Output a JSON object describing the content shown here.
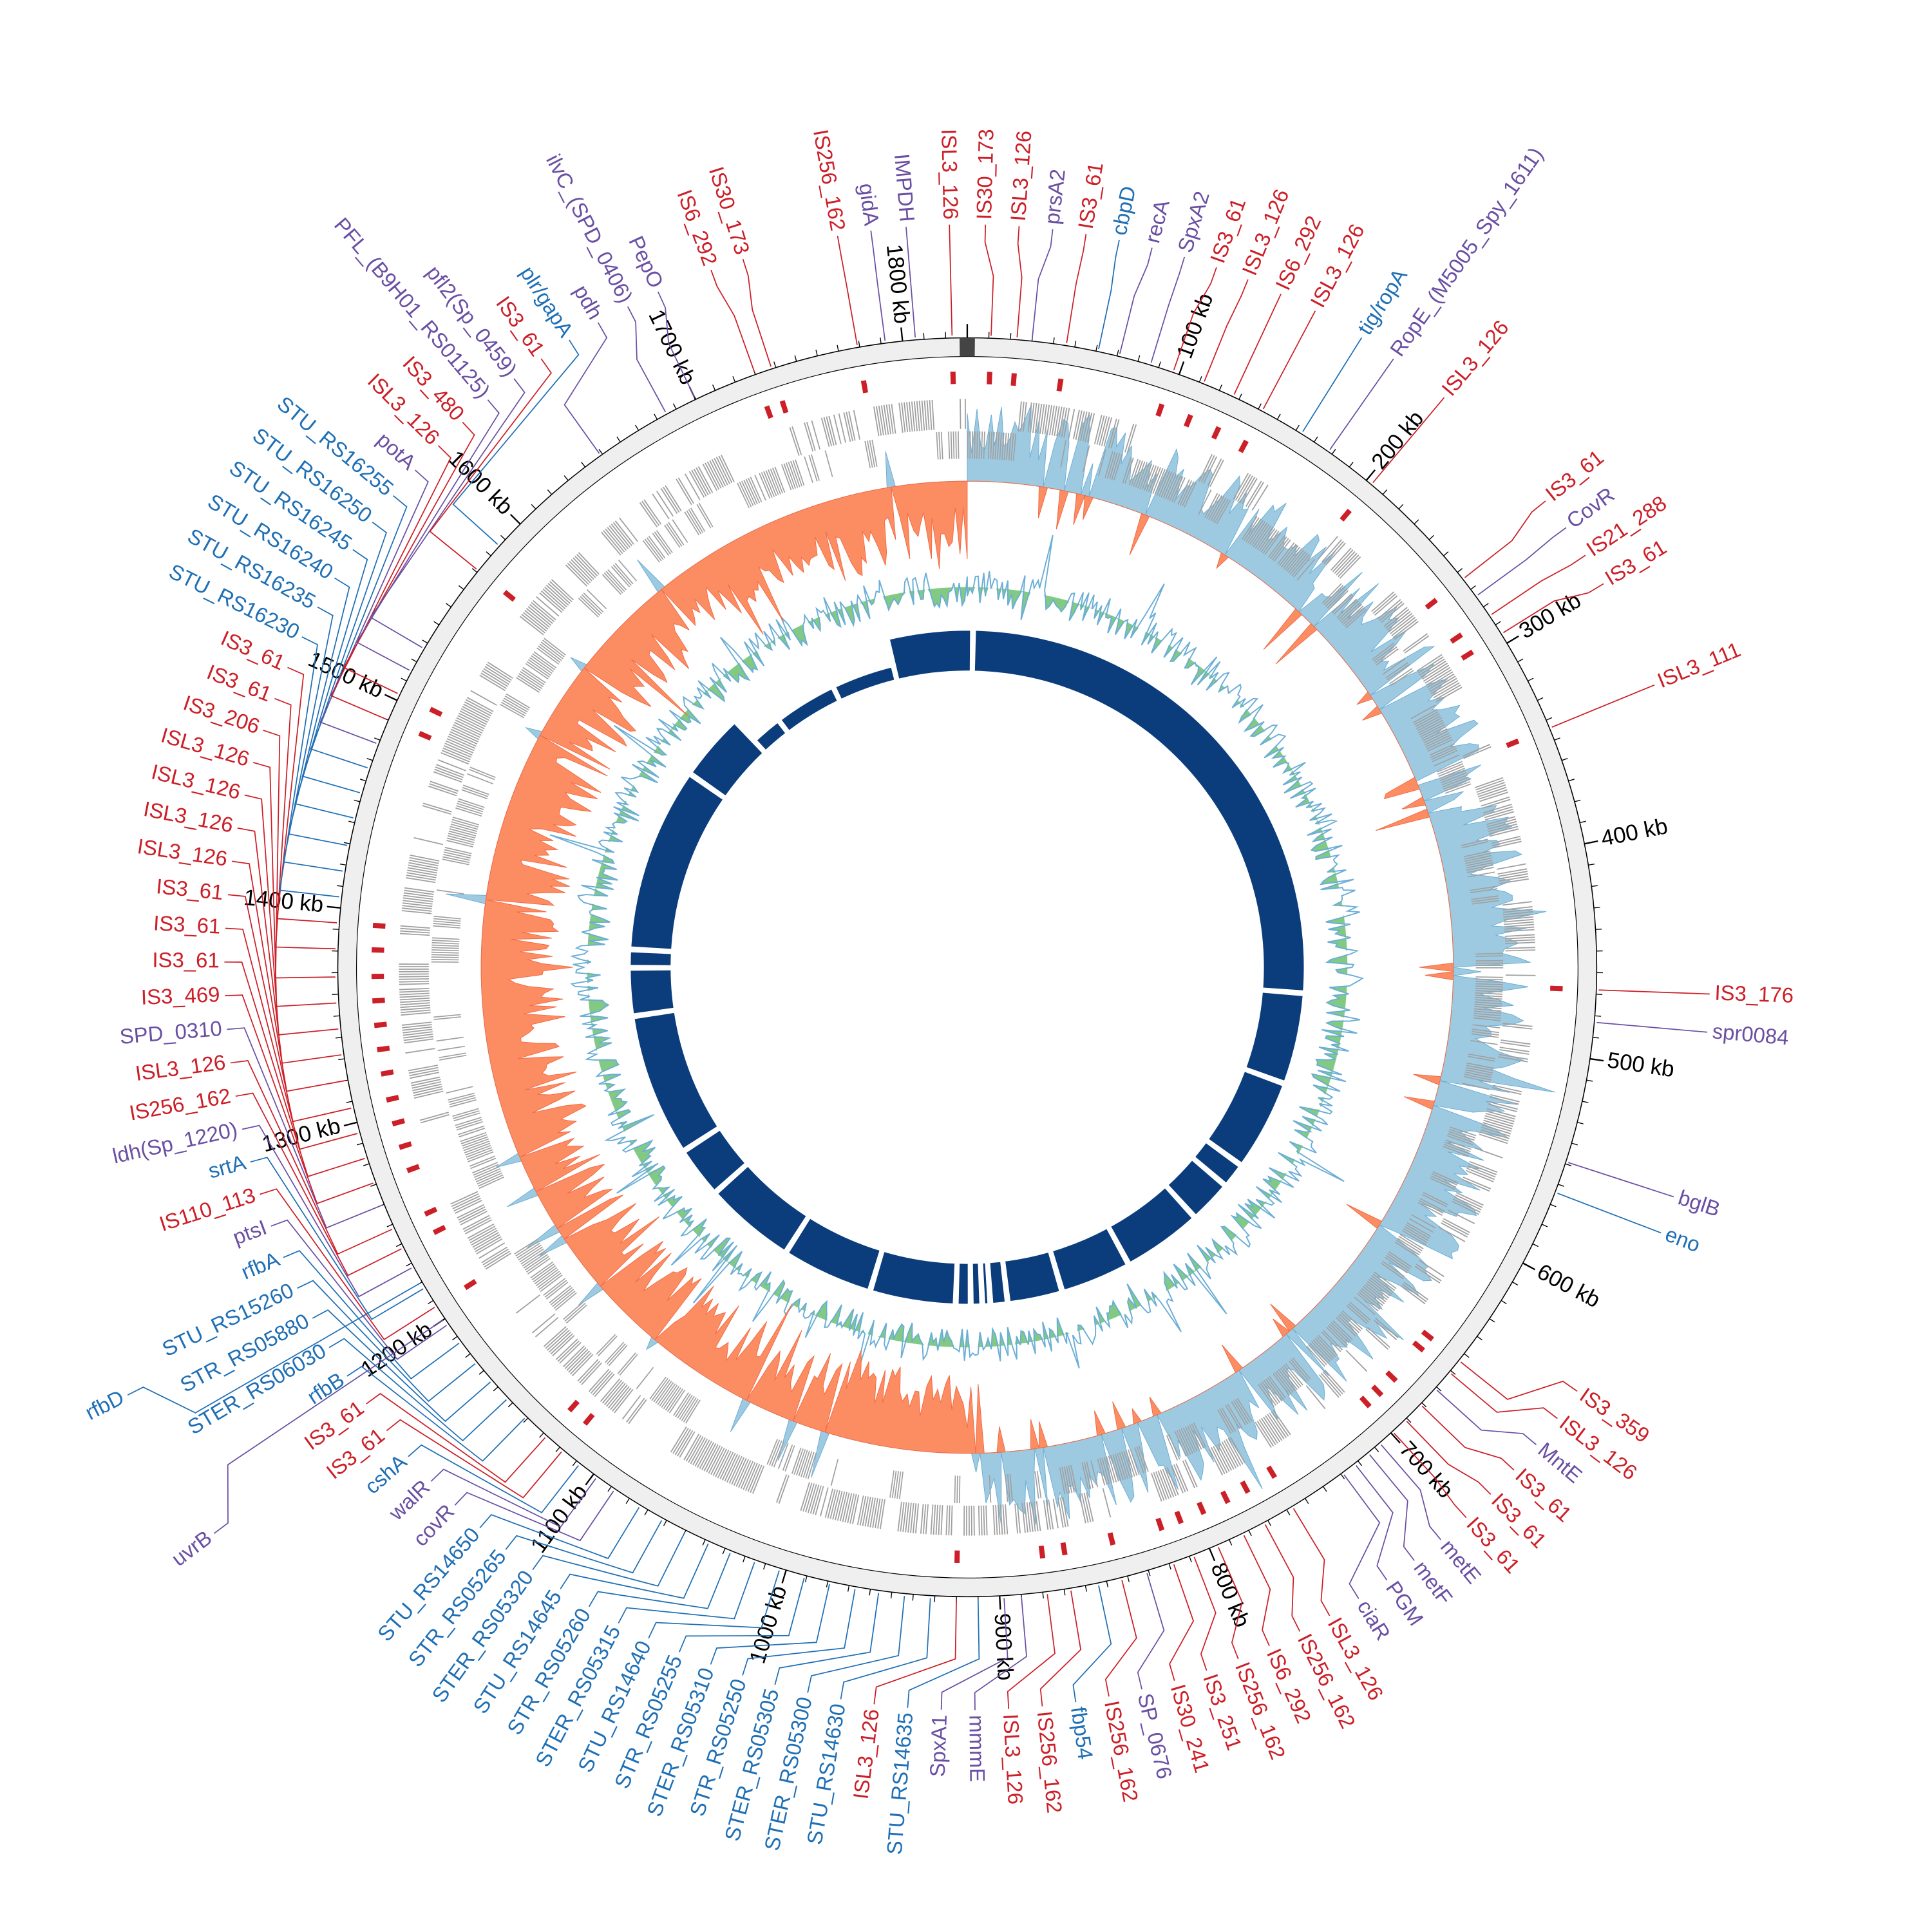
{
  "chart_data": {
    "type": "circular-genome-map",
    "genome_length_kb": 1830,
    "colors": {
      "red": "#cc1f27",
      "purple": "#6a4fa3",
      "blue": "#1f6fb5",
      "ideogram": "#efefef",
      "genes": "#a0a0a0",
      "skew_pos": "#9ecae1",
      "skew_neg": "#fc8d62",
      "gc_line": "#6baed6",
      "gc_fill": "#74c476",
      "synteny": "#0b3d7c"
    },
    "ticks": [
      {
        "kb": 100,
        "label": "100 kb"
      },
      {
        "kb": 200,
        "label": "200 kb"
      },
      {
        "kb": 300,
        "label": "300 kb"
      },
      {
        "kb": 400,
        "label": "400 kb"
      },
      {
        "kb": 500,
        "label": "500 kb"
      },
      {
        "kb": 600,
        "label": "600 kb"
      },
      {
        "kb": 700,
        "label": "700 kb"
      },
      {
        "kb": 800,
        "label": "800 kb"
      },
      {
        "kb": 900,
        "label": "900 kb"
      },
      {
        "kb": 1000,
        "label": "1000 kb"
      },
      {
        "kb": 1100,
        "label": "1100 kb"
      },
      {
        "kb": 1200,
        "label": "1200 kb"
      },
      {
        "kb": 1300,
        "label": "1300 kb"
      },
      {
        "kb": 1400,
        "label": "1400 kb"
      },
      {
        "kb": 1500,
        "label": "1500 kb"
      },
      {
        "kb": 1600,
        "label": "1600 kb"
      },
      {
        "kb": 1700,
        "label": "1700 kb"
      },
      {
        "kb": 1800,
        "label": "1800 kb"
      }
    ],
    "labels": [
      {
        "text": "IS30_173",
        "color": "red",
        "kb": 11
      },
      {
        "text": "ISL3_126",
        "color": "red",
        "kb": 23
      },
      {
        "text": "prsA2",
        "color": "purple",
        "kb": 30
      },
      {
        "text": "IS3_61",
        "color": "red",
        "kb": 46
      },
      {
        "text": "cbpD",
        "color": "blue",
        "kb": 61
      },
      {
        "text": "recA",
        "color": "purple",
        "kb": 71
      },
      {
        "text": "SpxA2",
        "color": "purple",
        "kb": 86
      },
      {
        "text": "IS3_61",
        "color": "red",
        "kb": 97
      },
      {
        "text": "ISL3_126",
        "color": "red",
        "kb": 112
      },
      {
        "text": "IS6_292",
        "color": "red",
        "kb": 127
      },
      {
        "text": "ISL3_126",
        "color": "red",
        "kb": 142
      },
      {
        "text": "tig/ropA",
        "color": "blue",
        "kb": 163
      },
      {
        "text": "RopE_(M5005_Spy_1611)",
        "color": "purple",
        "kb": 178
      },
      {
        "text": "ISL3_126",
        "color": "red",
        "kb": 203
      },
      {
        "text": "IS3_61",
        "color": "red",
        "kb": 264
      },
      {
        "text": "CovR",
        "color": "purple",
        "kb": 274
      },
      {
        "text": "IS21_288",
        "color": "red",
        "kb": 285
      },
      {
        "text": "IS3_61",
        "color": "red",
        "kb": 295
      },
      {
        "text": "ISL3_111",
        "color": "red",
        "kb": 344
      },
      {
        "text": "IS3_176",
        "color": "red",
        "kb": 468
      },
      {
        "text": "spr0084",
        "color": "purple",
        "kb": 483
      },
      {
        "text": "bglB",
        "color": "purple",
        "kb": 549
      },
      {
        "text": "eno",
        "color": "blue",
        "kb": 564
      },
      {
        "text": "IS3_359",
        "color": "red",
        "kb": 654
      },
      {
        "text": "ISL3_126",
        "color": "red",
        "kb": 661
      },
      {
        "text": "MntE",
        "color": "purple",
        "kb": 671
      },
      {
        "text": "IS3_61",
        "color": "red",
        "kb": 681
      },
      {
        "text": "IS3_61",
        "color": "red",
        "kb": 691
      },
      {
        "text": "IS3_61",
        "color": "red",
        "kb": 699
      },
      {
        "text": "metE",
        "color": "purple",
        "kb": 707
      },
      {
        "text": "metF",
        "color": "purple",
        "kb": 714
      },
      {
        "text": "PGM",
        "color": "purple",
        "kb": 722
      },
      {
        "text": "ciaR",
        "color": "purple",
        "kb": 729
      },
      {
        "text": "ISL3_126",
        "color": "red",
        "kb": 757
      },
      {
        "text": "IS256_162",
        "color": "red",
        "kb": 772
      },
      {
        "text": "IS6_292",
        "color": "red",
        "kb": 783
      },
      {
        "text": "IS256_162",
        "color": "red",
        "kb": 796
      },
      {
        "text": "IS3_251",
        "color": "red",
        "kb": 808
      },
      {
        "text": "IS30_241",
        "color": "red",
        "kb": 818
      },
      {
        "text": "SP_0676",
        "color": "purple",
        "kb": 831
      },
      {
        "text": "IS256_162",
        "color": "red",
        "kb": 843
      },
      {
        "text": "fbp54",
        "color": "blue",
        "kb": 854
      },
      {
        "text": "IS256_162",
        "color": "red",
        "kb": 867
      },
      {
        "text": "ISL3_126",
        "color": "red",
        "kb": 878
      },
      {
        "text": "mmmE",
        "color": "purple",
        "kb": 890
      },
      {
        "text": "SpxA1",
        "color": "purple",
        "kb": 898
      },
      {
        "text": "STU_RS14635",
        "color": "blue",
        "kb": 910
      },
      {
        "text": "ISL3_126",
        "color": "red",
        "kb": 920
      },
      {
        "text": "STU_RS14630",
        "color": "blue",
        "kb": 932
      },
      {
        "text": "STER_RS05300",
        "color": "blue",
        "kb": 944
      },
      {
        "text": "STER_RS05305",
        "color": "blue",
        "kb": 956
      },
      {
        "text": "STR_RS05250",
        "color": "blue",
        "kb": 967
      },
      {
        "text": "STER_RS05310",
        "color": "blue",
        "kb": 979
      },
      {
        "text": "STR_RS05255",
        "color": "blue",
        "kb": 991
      },
      {
        "text": "STU_RS14640",
        "color": "blue",
        "kb": 1003
      },
      {
        "text": "STER_RS05315",
        "color": "blue",
        "kb": 1015
      },
      {
        "text": "STR_RS05260",
        "color": "blue",
        "kb": 1027
      },
      {
        "text": "STU_RS14645",
        "color": "blue",
        "kb": 1038
      },
      {
        "text": "STER_RS05320",
        "color": "blue",
        "kb": 1050
      },
      {
        "text": "STR_RS05265",
        "color": "blue",
        "kb": 1062
      },
      {
        "text": "STU_RS14650",
        "color": "blue",
        "kb": 1074
      },
      {
        "text": "covR",
        "color": "purple",
        "kb": 1088
      },
      {
        "text": "walR",
        "color": "purple",
        "kb": 1098
      },
      {
        "text": "cshA",
        "color": "blue",
        "kb": 1108
      },
      {
        "text": "IS3_61",
        "color": "red",
        "kb": 1118
      },
      {
        "text": "IS3_61",
        "color": "red",
        "kb": 1128
      },
      {
        "text": "rfbB",
        "color": "blue",
        "kb": 1141
      },
      {
        "text": "STER_RS06030",
        "color": "blue",
        "kb": 1153
      },
      {
        "text": "STR_RS05880",
        "color": "blue",
        "kb": 1164
      },
      {
        "text": "STU_RS15260",
        "color": "blue",
        "kb": 1175
      },
      {
        "text": "rfbA",
        "color": "blue",
        "kb": 1187
      },
      {
        "text": "ptsI",
        "color": "purple",
        "kb": 1197
      },
      {
        "text": "IS110_113",
        "color": "red",
        "kb": 1207
      },
      {
        "text": "srtA",
        "color": "blue",
        "kb": 1217
      },
      {
        "text": "ldh(Sp_1220)",
        "color": "purple",
        "kb": 1228
      },
      {
        "text": "IS256_162",
        "color": "red",
        "kb": 1238
      },
      {
        "text": "ISL3_126",
        "color": "red",
        "kb": 1248
      },
      {
        "text": "SPD_0310",
        "color": "purple",
        "kb": 1260
      },
      {
        "text": "IS3_469",
        "color": "red",
        "kb": 1271
      },
      {
        "text": "IS3_61",
        "color": "red",
        "kb": 1283
      },
      {
        "text": "IS3_61",
        "color": "red",
        "kb": 1295
      },
      {
        "text": "IS3_61",
        "color": "red",
        "kb": 1307
      },
      {
        "text": "ISL3_126",
        "color": "red",
        "kb": 1320
      },
      {
        "text": "ISL3_126",
        "color": "red",
        "kb": 1332
      },
      {
        "text": "ISL3_126",
        "color": "red",
        "kb": 1344
      },
      {
        "text": "ISL3_126",
        "color": "red",
        "kb": 1356
      },
      {
        "text": "IS3_206",
        "color": "red",
        "kb": 1368
      },
      {
        "text": "IS3_61",
        "color": "red",
        "kb": 1381
      },
      {
        "text": "IS3_61",
        "color": "red",
        "kb": 1393
      },
      {
        "text": "STU_RS16230",
        "color": "blue",
        "kb": 1405
      },
      {
        "text": "STU_RS16235",
        "color": "blue",
        "kb": 1417
      },
      {
        "text": "STU_RS16240",
        "color": "blue",
        "kb": 1429
      },
      {
        "text": "STU_RS16245",
        "color": "blue",
        "kb": 1442
      },
      {
        "text": "STU_RS16250",
        "color": "blue",
        "kb": 1454
      },
      {
        "text": "STU_RS16255",
        "color": "blue",
        "kb": 1466
      },
      {
        "text": "potA",
        "color": "purple",
        "kb": 1478
      },
      {
        "text": "ISL3_126",
        "color": "red",
        "kb": 1490
      },
      {
        "text": "IS3_480",
        "color": "red",
        "kb": 1503
      },
      {
        "text": "PFL_(B9H01_RS01125)",
        "color": "purple",
        "kb": 1515
      },
      {
        "text": "pfl2(Sp_0459)",
        "color": "purple",
        "kb": 1527
      },
      {
        "text": "IS3_61",
        "color": "red",
        "kb": 1571
      },
      {
        "text": "plr/gapA",
        "color": "blue",
        "kb": 1586
      },
      {
        "text": "pdh",
        "color": "purple",
        "kb": 1649
      },
      {
        "text": "ilvC_(SPD_0406)",
        "color": "purple",
        "kb": 1685
      },
      {
        "text": "PepO",
        "color": "purple",
        "kb": 1700
      },
      {
        "text": "IS6_292",
        "color": "red",
        "kb": 1730
      },
      {
        "text": "IS30_173",
        "color": "red",
        "kb": 1738
      },
      {
        "text": "IS256_162",
        "color": "red",
        "kb": 1779
      },
      {
        "text": "gidA",
        "color": "purple",
        "kb": 1792
      },
      {
        "text": "IMPDH",
        "color": "purple",
        "kb": 1806
      },
      {
        "text": "ISL3_126",
        "color": "red",
        "kb": 1823
      }
    ],
    "far_labels": [
      {
        "text": "uvrB",
        "color": "purple",
        "kb": 1200
      },
      {
        "text": "rfbD",
        "color": "blue",
        "kb": 1220
      }
    ],
    "synteny_gaps_kb": [
      5,
      480,
      560,
      640,
      662,
      700,
      770,
      832,
      880,
      895,
      902,
      912,
      925,
      1000,
      1080,
      1160,
      1205,
      1330,
      1372,
      1388,
      1550,
      1610,
      1640,
      1700,
      1760
    ]
  }
}
